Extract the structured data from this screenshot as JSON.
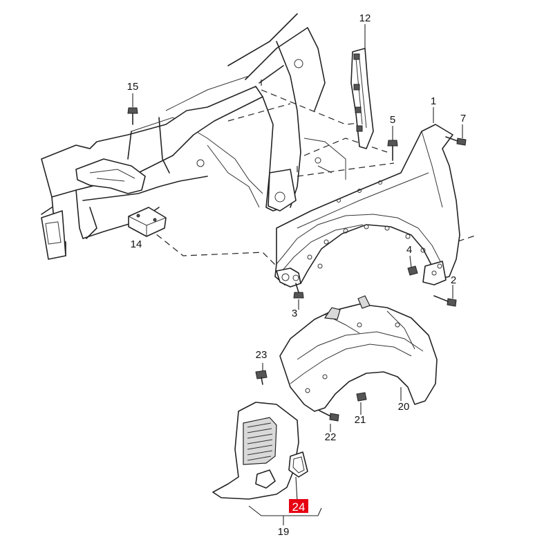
{
  "diagram": {
    "highlight_color": "#e60012",
    "callouts": {
      "c1": "1",
      "c2": "2",
      "c3": "3",
      "c4": "4",
      "c5": "5",
      "c7": "7",
      "c12": "12",
      "c14": "14",
      "c15": "15",
      "c19": "19",
      "c20": "20",
      "c21": "21",
      "c22": "22",
      "c23": "23",
      "c24": "24"
    }
  }
}
